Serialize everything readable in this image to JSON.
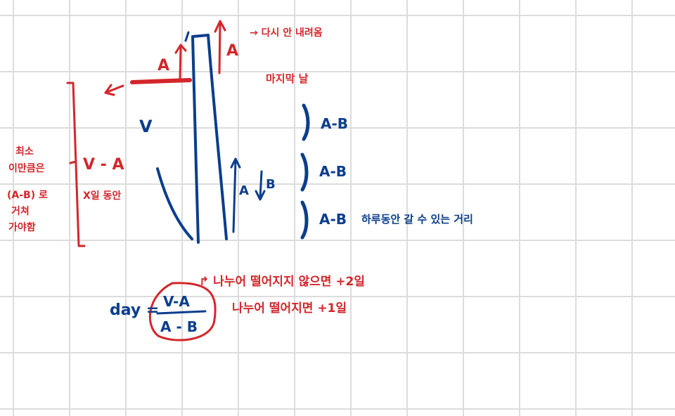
{
  "colors": {
    "red": "#d3262b",
    "blue": "#0b3d8c",
    "grid": "#dcdcdc"
  },
  "notes": {
    "top_note": "→ 다시 안 내려옴",
    "last_day": "마지막 날",
    "label_A_left": "A",
    "label_A_right": "A",
    "label_V": "V",
    "v_minus_a": "V - A",
    "side_min_1": "최소",
    "side_min_2": "이만큼은",
    "side_min_3": "(A-B) 로",
    "side_min_4": "거쳐",
    "side_min_5": "가야함",
    "x_days": "X일 동안",
    "ab_1": "A-B",
    "ab_2": "A-B",
    "ab_3": "A-B",
    "daily_distance": "하루동안 갈 수 있는 거리",
    "arrow_A": "A",
    "arrow_B": "B"
  },
  "formula": {
    "day_label": "day =",
    "numerator": "V-A",
    "denominator": "A - B",
    "rule_not_divisible": "↱ 나누어 떨어지지 않으면 +2일",
    "rule_divisible": "나누어 떨어지면 +1일"
  }
}
